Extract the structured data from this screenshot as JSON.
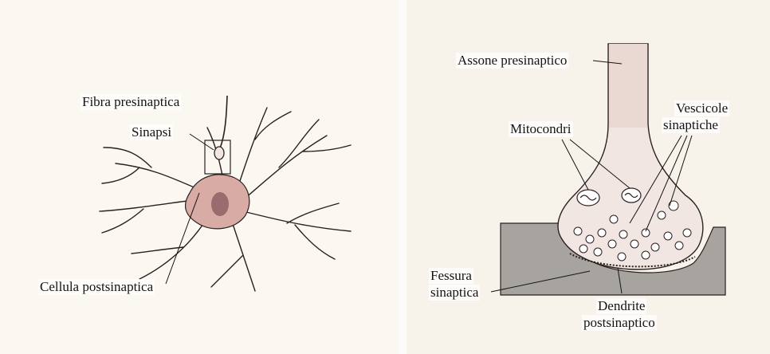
{
  "left_figure": {
    "labels": {
      "presynaptic_fiber": "Fibra presinaptica",
      "synapse": "Sinapsi",
      "postsynaptic_cell": "Cellula postsinaptica"
    }
  },
  "right_figure": {
    "labels": {
      "presynaptic_axon": "Assone presinaptico",
      "mitochondria": "Mitocondri",
      "vesicles_line1": "Vescicole",
      "vesicles_line2": "sinaptiche",
      "cleft_line1": "Fessura",
      "cleft_line2": "sinaptica",
      "dendrite_line1": "Dendrite",
      "dendrite_line2": "postsinaptico"
    }
  },
  "colors": {
    "cell_body": "#d8aba5",
    "nucleus": "#9a6c6f",
    "axon_shaft": "#ead9d2",
    "terminal": "#f1e6e2",
    "postsynaptic_block": "#a7a4a0",
    "ink": "#141414"
  }
}
